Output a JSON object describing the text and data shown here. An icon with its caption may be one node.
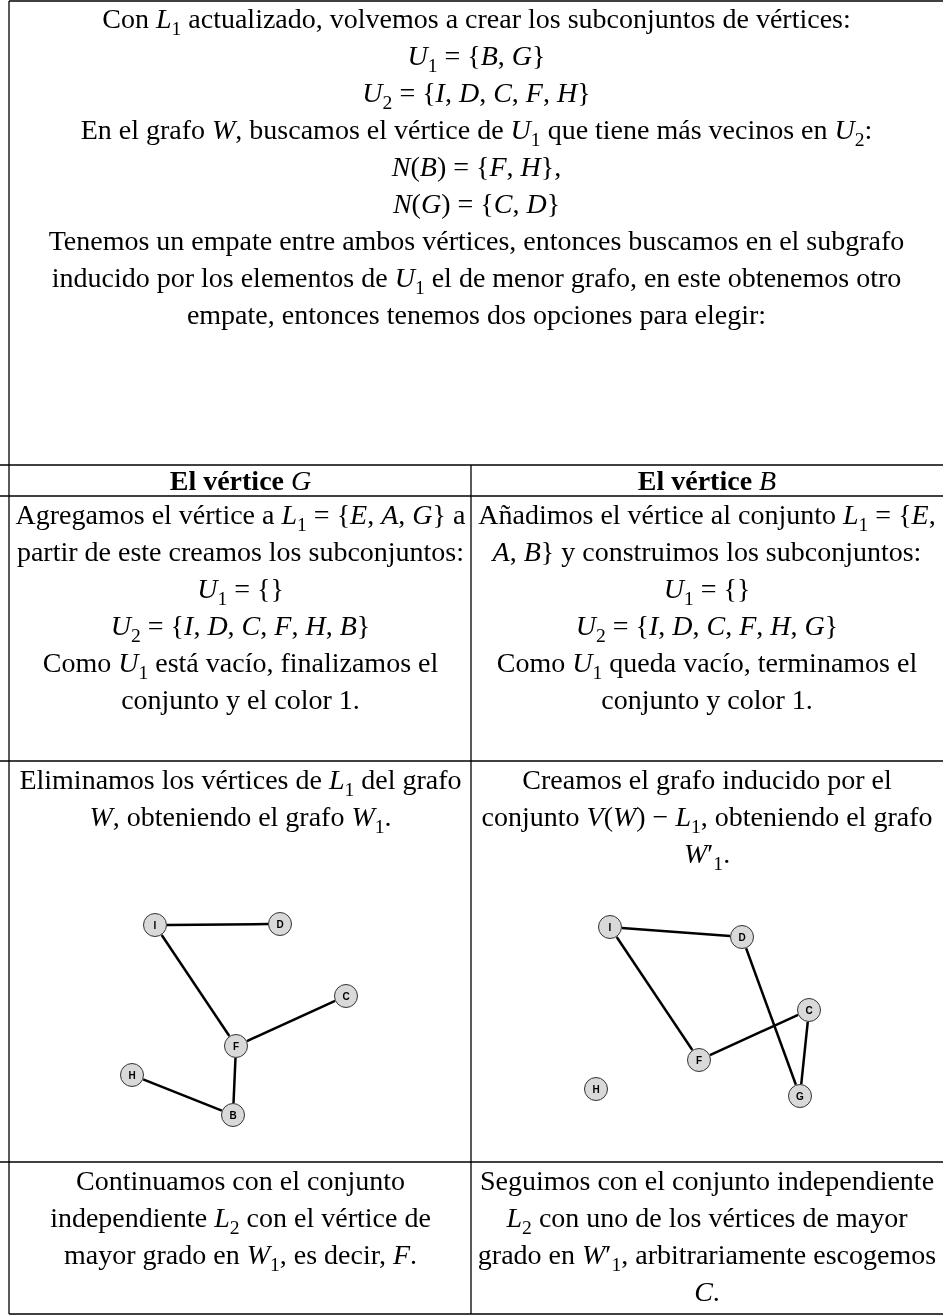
{
  "diagram": {
    "nodes": [
      {
        "text": [
          "I"
        ]
      },
      {
        "text": [
          "D"
        ]
      },
      {
        "text": [
          "C"
        ]
      },
      {
        "text": [
          "F"
        ]
      },
      {
        "text": [
          "H"
        ]
      },
      {
        "text": [
          "B"
        ]
      },
      {
        "text": [
          "I"
        ]
      },
      {
        "text": [
          "D"
        ]
      },
      {
        "text": [
          "C"
        ]
      },
      {
        "text": [
          "F"
        ]
      },
      {
        "text": [
          "H"
        ]
      },
      {
        "text": [
          "G"
        ]
      }
    ],
    "edges": [
      {
        "from": 0,
        "to": 1,
        "arrow": "none"
      },
      {
        "from": 0,
        "to": 3,
        "arrow": "none"
      },
      {
        "from": 3,
        "to": 2,
        "arrow": "none"
      },
      {
        "from": 3,
        "to": 5,
        "arrow": "none"
      },
      {
        "from": 4,
        "to": 5,
        "arrow": "none"
      },
      {
        "from": 6,
        "to": 7,
        "arrow": "none"
      },
      {
        "from": 6,
        "to": 9,
        "arrow": "none"
      },
      {
        "from": 9,
        "to": 8,
        "arrow": "none"
      },
      {
        "from": 7,
        "to": 11,
        "arrow": "none"
      },
      {
        "from": 8,
        "to": 11,
        "arrow": "none"
      }
    ],
    "labels": [
      "Con *L*$_{1}$ actualizado, volvemos a crear los subconjuntos de vértices:",
      "*U*$_{1}$ = {*B*, *G*}",
      "*U*$_{2}$ = {*I*, *D*, *C*, *F*, *H*}",
      "En el grafo *W*, buscamos el vértice de *U*$_{1}$ que tiene más vecinos en *U*$_{2}$:",
      "*N*(*B*) = {*F*, *H*},",
      "*N*(*G*) = {*C*, *D*}",
      "Tenemos un empate entre ambos vértices, entonces buscamos en el subgrafo inducido por los elementos de *U*$_{1}$ el de menor grafo, en este obtenemos otro empate, entonces tenemos dos opciones para elegir:",
      "**El vértice** *G*",
      "**El vértice** *B*",
      "Agregamos el vértice a *L*$_{1}$ = {*E*, *A*, *G*} a partir de este creamos los subconjuntos:",
      "*U*$_{1}$ = {}",
      "*U*$_{2}$ = {*I*, *D*, *C*, *F*, *H*, *B*}",
      "Como *U*$_{1}$ está vacío, finalizamos el conjunto y el color 1.",
      "Añadimos el vértice al conjunto *L*$_{1}$ = {*E*, *A*, *B*} y construimos los subconjuntos:",
      "*U*$_{1}$ = {}",
      "*U*$_{2}$ = {*I*, *D*, *C*, *F*, *H*, *G*}",
      "Como *U*$_{1}$ queda vacío, terminamos el conjunto y color 1.",
      "Eliminamos los vértices de *L*$_{1}$ del grafo *W*, obteniendo el grafo *W*$_{1}$.",
      "Creamos el grafo inducido por el conjunto *V*(*W*) − *L*$_{1}$, obteniendo el grafo *W*′$_{1}$.",
      "Continuamos con el conjunto independiente *L*$_{2}$ con el vértice de mayor grado en *W*$_{1}$, es decir, *F*.",
      "Seguimos con el conjunto independiente *L*$_{2}$ con uno de los vértices de mayor grado en *W*′$_{1}$, arbitrariamente escogemos *C*."
    ]
  }
}
